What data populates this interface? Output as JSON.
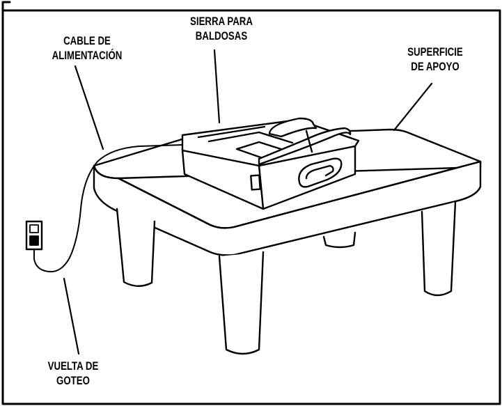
{
  "labels": {
    "power_cable": {
      "line1": "CABLE DE",
      "line2": "ALIMENTACIÓN"
    },
    "tile_saw": {
      "line1": "SIERRA PARA",
      "line2": "BALDOSAS"
    },
    "support_surface": {
      "line1": "SUPERFICIE",
      "line2": "DE APOYO"
    },
    "drip_loop": {
      "line1": "VUELTA DE",
      "line2": "GOTEO"
    }
  },
  "colors": {
    "stroke": "#000000",
    "background": "#ffffff"
  },
  "icons": [
    "wall-outlet-icon",
    "saw-handle-icon"
  ]
}
